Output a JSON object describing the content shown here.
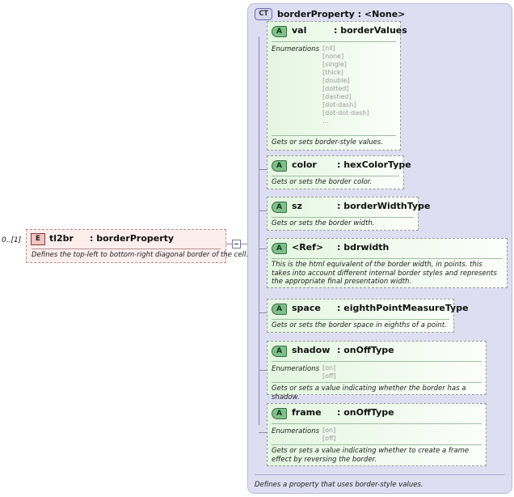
{
  "left_element": {
    "multiplicity": "0..[1]",
    "icon": "E",
    "icon_name": "element-icon",
    "name": "tl2br",
    "type": ": borderProperty",
    "documentation": "Defines the top-left to bottom-right diagonal border of the cell."
  },
  "connector": {
    "collapse_icon": "collapse-box-icon",
    "state": "minus"
  },
  "complex_type": {
    "icon": "CT",
    "title": "borderProperty : <None>",
    "documentation": "Defines a property that uses border-style values."
  },
  "attributes": [
    {
      "icon": "A",
      "name": "val",
      "type": ": borderValues",
      "enumerations_label": "Enumerations",
      "enumerations": [
        "[nil]",
        "[none]",
        "[single]",
        "[thick]",
        "[double]",
        "[dotted]",
        "[dashed]",
        "[dot-dash]",
        "[dot-dot-dash]",
        "..."
      ],
      "documentation": "Gets or sets border-style values."
    },
    {
      "icon": "A",
      "name": "color",
      "type": ": hexColorType",
      "enumerations_label": "",
      "enumerations": [],
      "documentation": "Gets or sets the border color."
    },
    {
      "icon": "A",
      "name": "sz",
      "type": ": borderWidthType",
      "enumerations_label": "",
      "enumerations": [],
      "documentation": "Gets or sets the border width."
    },
    {
      "icon": "A",
      "name": "<Ref>",
      "type": ": bdrwidth",
      "enumerations_label": "",
      "enumerations": [],
      "documentation": "This is the html equivalent of the border width, in points.  this takes into account different internal border styles and represents the appropriate final presentation width."
    },
    {
      "icon": "A",
      "name": "space",
      "type": ": eighthPointMeasureType",
      "enumerations_label": "",
      "enumerations": [],
      "documentation": "Gets or sets the border space in eighths of a point."
    },
    {
      "icon": "A",
      "name": "shadow",
      "type": ": onOffType",
      "enumerations_label": "Enumerations",
      "enumerations": [
        "[on]",
        "[off]"
      ],
      "documentation": "Gets or sets a value indicating whether the border has a shadow."
    },
    {
      "icon": "A",
      "name": "frame",
      "type": ": onOffType",
      "enumerations_label": "Enumerations",
      "enumerations": [
        "[on]",
        "[off]"
      ],
      "documentation": "Gets or sets a value indicating whether to create a frame effect by reversing the border."
    }
  ],
  "colors": {
    "panel_background": "#dedef2",
    "attribute_background": "#f2fbf0",
    "element_background": "#fdeeee",
    "attr_icon": "#7fc08a",
    "elem_icon": "#f4c3c3",
    "enum_text": "#9a9a9a"
  }
}
